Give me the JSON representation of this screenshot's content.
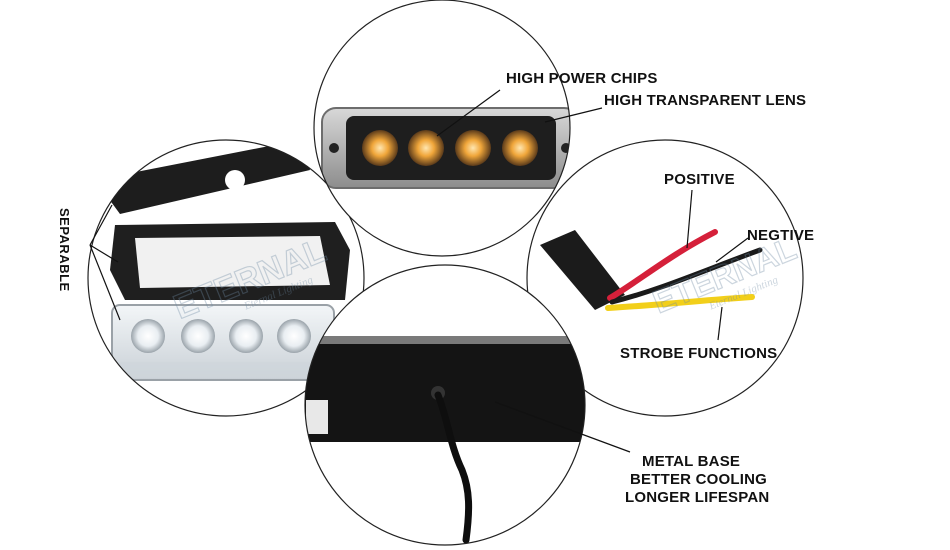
{
  "callouts": {
    "high_power_chips": "HIGH POWER CHIPS",
    "high_transparent_lens": "HIGH TRANSPARENT LENS",
    "positive": "POSITIVE",
    "negtive": "NEGTIVE",
    "strobe_functions": "STROBE FUNCTIONS",
    "metal_base": "METAL BASE",
    "better_cooling": "BETTER COOLING",
    "longer_lifespan": "LONGER LIFESPAN",
    "separable": "SEPARABLE"
  },
  "watermark": {
    "brand": "ETERNAL",
    "tagline": "Eternal Lighting",
    "registered": "®"
  },
  "colors": {
    "led_amber": "#f0a63a",
    "wire_red": "#d5203a",
    "wire_yellow": "#f2cf1a",
    "wire_black": "#1a1a1a",
    "housing_dark": "#2a2a2a",
    "circle_outline": "#222222"
  },
  "product": {
    "led_count": 4
  }
}
